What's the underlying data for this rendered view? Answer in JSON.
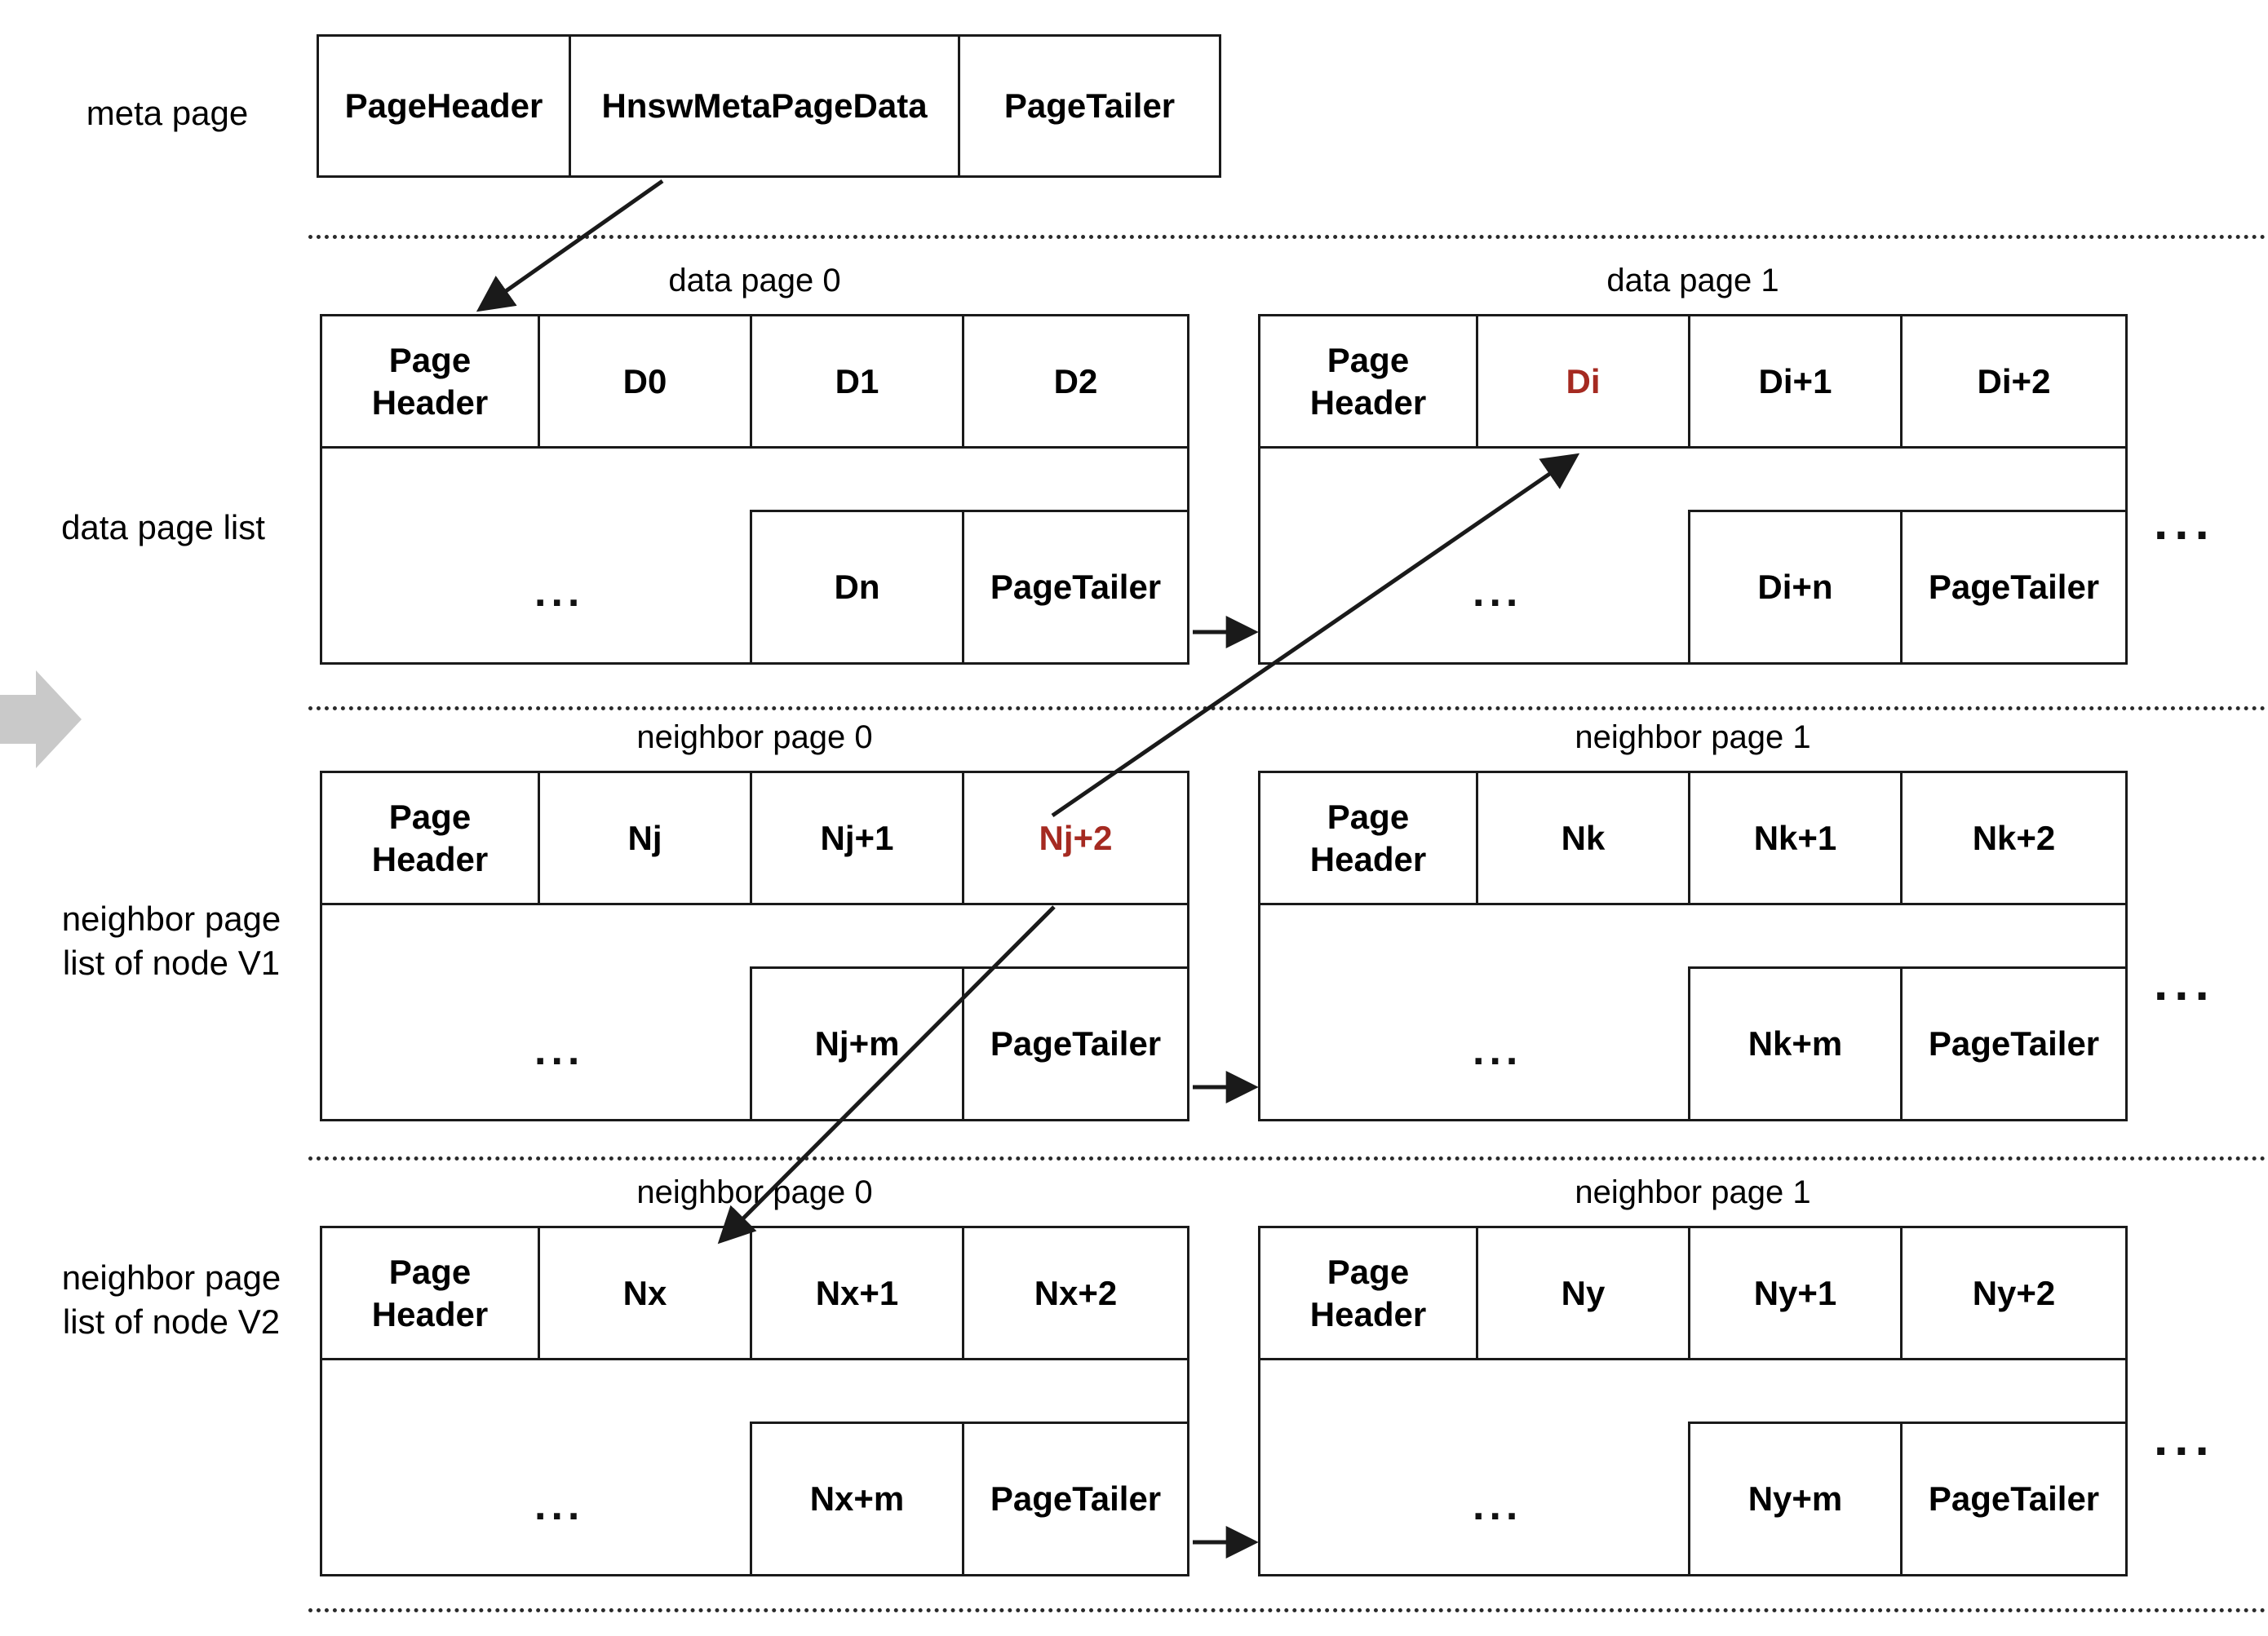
{
  "diagram": {
    "title": "HNSW index page layout",
    "colors": {
      "ink": "#1a1a1a",
      "highlight": "#a52a21",
      "cursor": "#c9c9c9"
    }
  },
  "row_labels": {
    "meta": "meta page",
    "data": "data page list",
    "v1": "neighbor page\nlist of node V1",
    "v2": "neighbor page\nlist of node V2"
  },
  "meta_page": {
    "cells": [
      "PageHeader",
      "HnswMetaPageData",
      "PageTailer"
    ]
  },
  "captions": {
    "data_page_0": "data page 0",
    "data_page_1": "data page 1",
    "neighbor_page_0": "neighbor page 0",
    "neighbor_page_1": "neighbor page 1"
  },
  "ellipsis": {
    "inner": "...",
    "side": "..."
  },
  "page_header_label": "Page\nHeader",
  "page_tailer_label": "PageTailer",
  "blocks": {
    "data_page_0": {
      "caption": "data page 0",
      "row1": [
        "Page\nHeader",
        "D0",
        "D1",
        "D2"
      ],
      "row1_red_index": -1,
      "row2_dots": "...",
      "row2_tail": [
        "Dn",
        "PageTailer"
      ]
    },
    "data_page_1": {
      "caption": "data page 1",
      "row1": [
        "Page\nHeader",
        "Di",
        "Di+1",
        "Di+2"
      ],
      "row1_red_index": 1,
      "row2_dots": "...",
      "row2_tail": [
        "Di+n",
        "PageTailer"
      ]
    },
    "neighbor_v1_page_0": {
      "caption": "neighbor page 0",
      "row1": [
        "Page\nHeader",
        "Nj",
        "Nj+1",
        "Nj+2"
      ],
      "row1_red_index": 3,
      "row2_dots": "...",
      "row2_tail": [
        "Nj+m",
        "PageTailer"
      ]
    },
    "neighbor_v1_page_1": {
      "caption": "neighbor page 1",
      "row1": [
        "Page\nHeader",
        "Nk",
        "Nk+1",
        "Nk+2"
      ],
      "row1_red_index": -1,
      "row2_dots": "...",
      "row2_tail": [
        "Nk+m",
        "PageTailer"
      ]
    },
    "neighbor_v2_page_0": {
      "caption": "neighbor page 0",
      "row1": [
        "Page\nHeader",
        "Nx",
        "Nx+1",
        "Nx+2"
      ],
      "row1_red_index": -1,
      "row2_dots": "...",
      "row2_tail": [
        "Nx+m",
        "PageTailer"
      ]
    },
    "neighbor_v2_page_1": {
      "caption": "neighbor page 1",
      "row1": [
        "Page\nHeader",
        "Ny",
        "Ny+1",
        "Ny+2"
      ],
      "row1_red_index": -1,
      "row2_dots": "...",
      "row2_tail": [
        "Ny+m",
        "PageTailer"
      ]
    }
  },
  "connectors": [
    {
      "name": "meta-to-data-page-0",
      "from": "HnswMetaPageData",
      "to": "data page 0 Page Header"
    },
    {
      "name": "data-page-0-to-data-page-1",
      "from": "data page 0 PageTailer",
      "to": "data page 1"
    },
    {
      "name": "neighbor-v1-page-0-to-page-1",
      "from": "neighbor page 0 PageTailer",
      "to": "neighbor page 1"
    },
    {
      "name": "neighbor-v2-page-0-to-page-1",
      "from": "neighbor page 0 PageTailer",
      "to": "neighbor page 1"
    },
    {
      "name": "nj2-to-di",
      "from": "Nj+2",
      "to": "Di"
    },
    {
      "name": "nj2-to-nx-page",
      "from": "Nj+2",
      "to": "neighbor page 0 of node V2"
    }
  ]
}
